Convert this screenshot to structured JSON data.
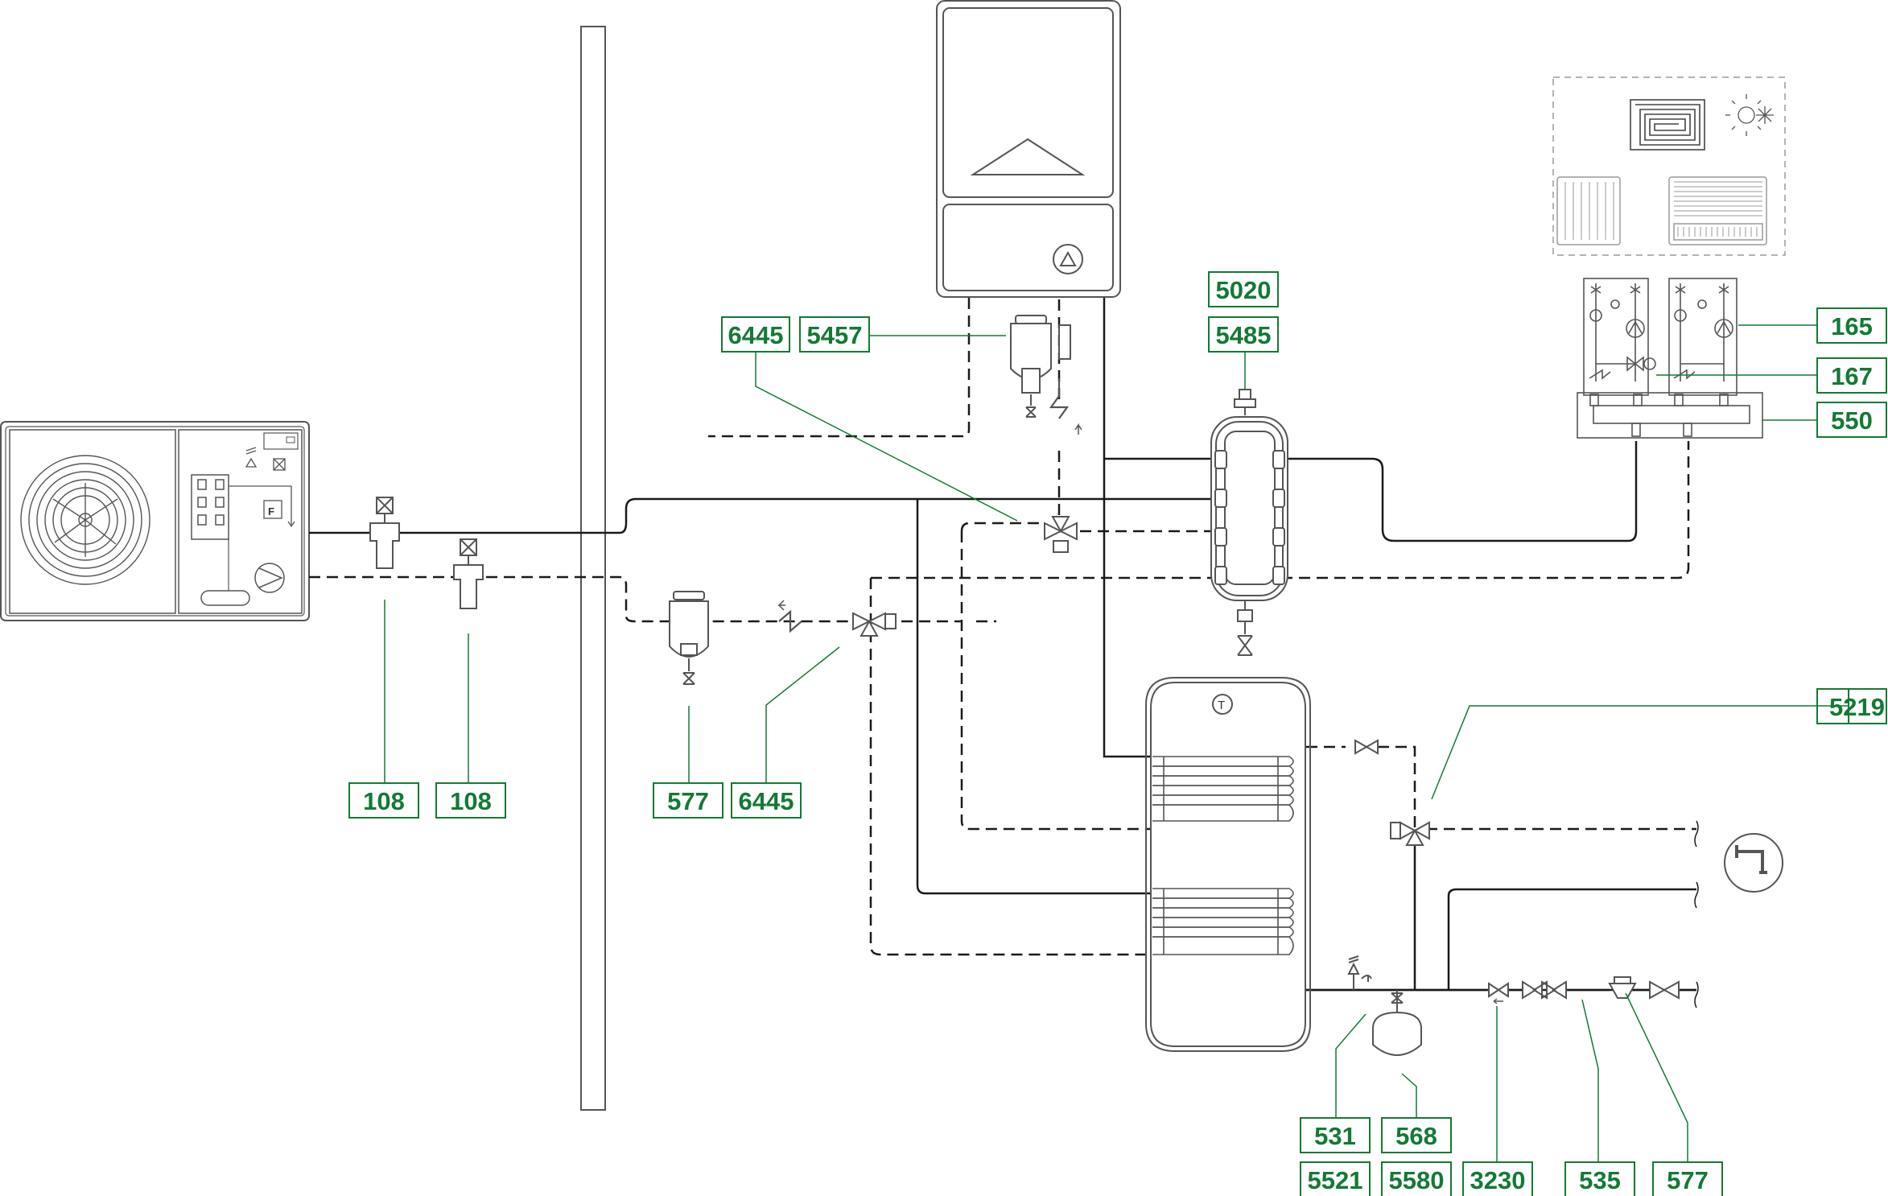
{
  "labels": {
    "c6445a": "6445",
    "c5457": "5457",
    "c5020": "5020",
    "c5485": "5485",
    "c165": "165",
    "c167": "167",
    "c550": "550",
    "c5219": "5219",
    "c108a": "108",
    "c108b": "108",
    "c577a": "577",
    "c6445b": "6445",
    "c531": "531",
    "c568": "568",
    "c5521": "5521",
    "c5580": "5580",
    "c3230": "3230",
    "c535": "535",
    "c577b": "577"
  },
  "colors": {
    "line": "#1a1a1a",
    "component": "#555555",
    "label": "#137a34",
    "room_border": "#9a9a9a"
  }
}
